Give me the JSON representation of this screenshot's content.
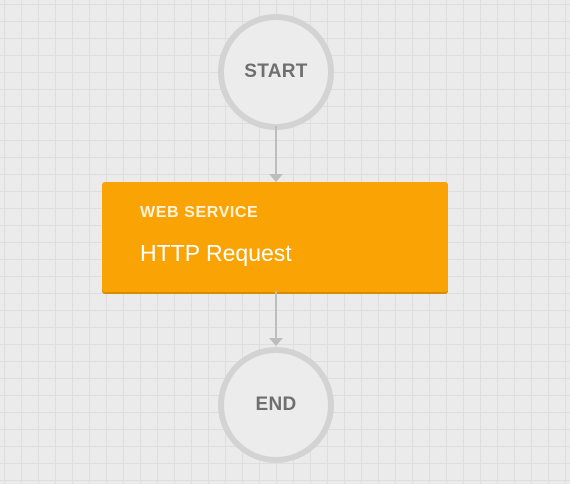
{
  "workflow": {
    "start_node": {
      "label": "START"
    },
    "task_node": {
      "type": "WEB SERVICE",
      "title": "HTTP Request"
    },
    "end_node": {
      "label": "END"
    }
  },
  "colors": {
    "background": "#ebebeb",
    "grid_line": "#dedede",
    "circle_border": "#d3d3d3",
    "connector": "#bdbdbd",
    "task_fill": "#f9a305",
    "label_text": "#6f6f6f"
  }
}
